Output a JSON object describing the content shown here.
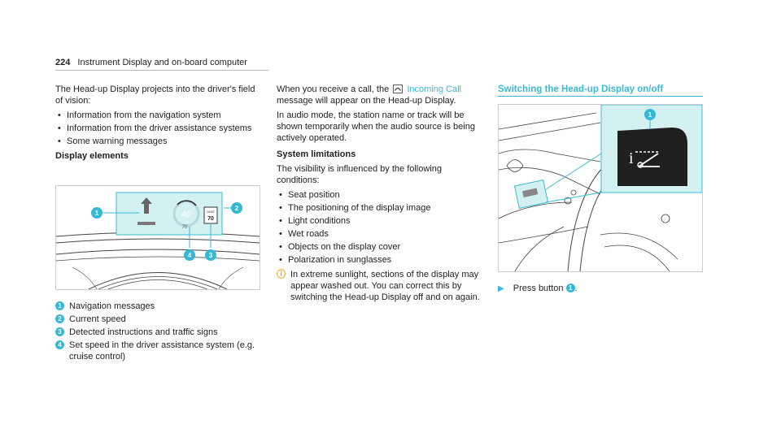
{
  "header": {
    "page_number": "224",
    "title": "Instrument Display and on-board computer"
  },
  "col1": {
    "intro": "The Head-up Display projects into the driver's field of vision:",
    "bullets": [
      "Information from the navigation system",
      "Information from the driver assistance systems",
      "Some warning messages"
    ],
    "heading": "Display elements",
    "figure": {
      "speed": "40",
      "set_speed": "70",
      "limit_label": "LIMIT",
      "limit_value": "70"
    },
    "legend": [
      {
        "num": "1",
        "text": "Navigation messages"
      },
      {
        "num": "2",
        "text": "Current speed"
      },
      {
        "num": "3",
        "text": "Detected instructions and traffic signs"
      },
      {
        "num": "4",
        "text": "Set speed in the driver assistance system (e.g. cruise control)"
      }
    ]
  },
  "col2": {
    "call_pre": "When you receive a call, the",
    "call_highlight": "Incoming Call",
    "call_post": "message will appear on the Head-up Display.",
    "audio": "In audio mode, the station name or track will be shown temporarily when the audio source is being actively operated.",
    "limits_heading": "System limitations",
    "limits_intro": "The visibility is influenced by the following conditions:",
    "limits": [
      "Seat position",
      "The positioning of the display image",
      "Light conditions",
      "Wet roads",
      "Objects on the display cover",
      "Polarization in sunglasses"
    ],
    "note": "In extreme sunlight, sections of the display may appear washed out. You can correct this by switching the Head-up Display off and on again."
  },
  "col3": {
    "heading": "Switching the Head-up Display on/off",
    "step_pre": "Press button",
    "step_num": "1",
    "step_post": ".",
    "button_callout": "1"
  },
  "colors": {
    "accent": "#38b9d8",
    "note": "#e8a000",
    "panel": "#d4f1f1"
  }
}
